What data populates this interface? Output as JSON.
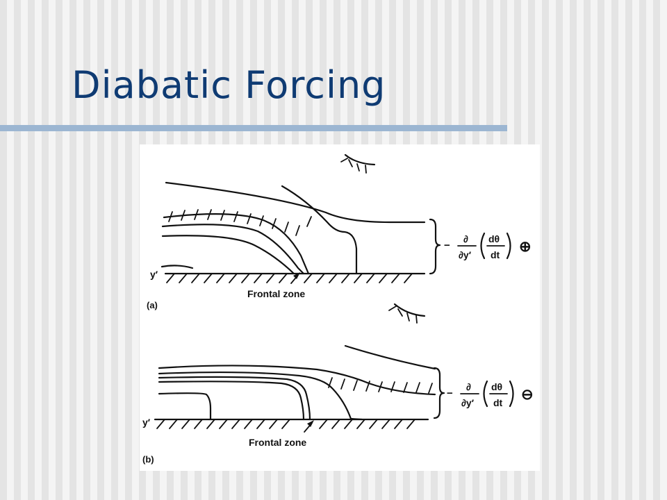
{
  "slide": {
    "title": "Diabatic Forcing",
    "colors": {
      "title": "#0f3b73",
      "rule": "#9cb6d2",
      "stripe_dark": "#e4e4e4",
      "stripe_light": "#f4f4f4"
    }
  },
  "figure": {
    "panel_a": {
      "tag": "(a)",
      "axis_label": "y′",
      "zone_label": "Frontal zone",
      "term": {
        "sign": "−",
        "partial": "∂",
        "partial_den": "∂y′",
        "num": "dθ",
        "den": "dt",
        "symbol": "⊕"
      }
    },
    "panel_b": {
      "tag": "(b)",
      "axis_label": "y′",
      "zone_label": "Frontal zone",
      "term": {
        "sign": "−",
        "partial": "∂",
        "partial_den": "∂y′",
        "num": "dθ",
        "den": "dt",
        "symbol": "⊖"
      }
    },
    "icons": [
      "sun-icon-a",
      "sun-icon-b",
      "arrow-icon-a",
      "arrow-icon-b"
    ]
  }
}
